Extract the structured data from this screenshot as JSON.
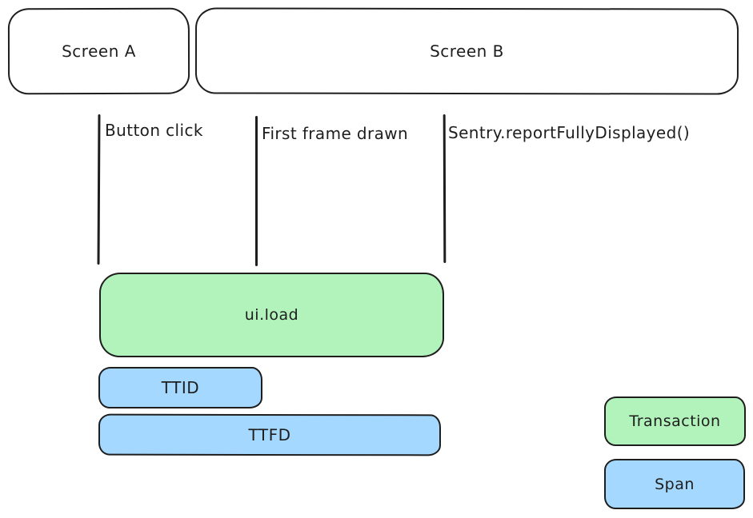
{
  "diagram": {
    "background": "#ffffff",
    "stroke_color": "#1e1e1e",
    "colors": {
      "transaction_fill": "#b2f2bb",
      "span_fill": "#a5d8ff"
    },
    "screens": [
      {
        "label": "Screen A"
      },
      {
        "label": "Screen B"
      }
    ],
    "events": [
      {
        "label": "Button click"
      },
      {
        "label": "First frame drawn"
      },
      {
        "label": "Sentry.reportFullyDisplayed()"
      }
    ],
    "bars": [
      {
        "label": "ui.load",
        "kind": "transaction"
      },
      {
        "label": "TTID",
        "kind": "span"
      },
      {
        "label": "TTFD",
        "kind": "span"
      }
    ],
    "legend": [
      {
        "label": "Transaction",
        "kind": "transaction"
      },
      {
        "label": "Span",
        "kind": "span"
      }
    ]
  }
}
